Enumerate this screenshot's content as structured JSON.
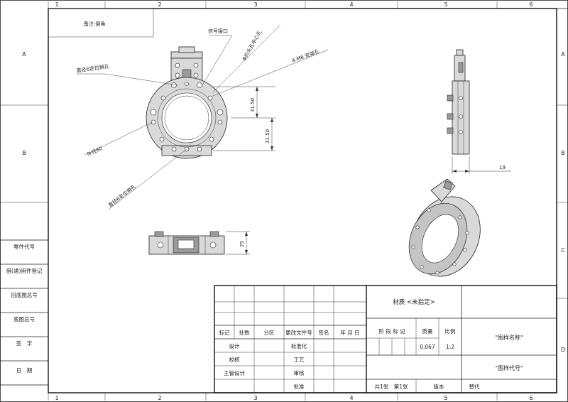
{
  "border": {
    "columns": [
      "1",
      "2",
      "3",
      "4",
      "5",
      "6"
    ],
    "rows": [
      "A",
      "B",
      "C",
      "D"
    ]
  },
  "notes": {
    "corner_note": "备注:倒角"
  },
  "annotations": {
    "signal_port": "信号接口",
    "through_hole": "Φ约头孔中心孔",
    "mount_hole": "4-M6 安装孔",
    "locating_hole_top": "直径6定位销孔",
    "outer_diameter": "外径60",
    "locating_hole_bottom": "直径6定位销孔"
  },
  "dimensions": {
    "d1": "31.50",
    "d2": "31.50",
    "width": "19",
    "height": "25"
  },
  "left_block": [
    "零件代号",
    "借(通)用件登记",
    "旧底图总号",
    "底图总号",
    "签　字",
    "日　期"
  ],
  "title_block": {
    "material": "材质 <未指定>",
    "headers": [
      "标记",
      "处数",
      "分区",
      "更改文件号",
      "签名",
      "年 月 日"
    ],
    "roles_left": [
      "设计",
      "校核",
      "主管设计"
    ],
    "roles_mid": [
      "标准化",
      "工艺",
      "审核",
      "批准"
    ],
    "stage_mark": "阶 段 标 记",
    "mass_label": "质量",
    "scale_label": "比例",
    "mass_value": "0.067",
    "scale_value": "1:2",
    "drawing_name": "\"图样名称\"",
    "drawing_code": "\"图样代号\"",
    "sheets": "共1张　第1张",
    "version": "版本",
    "replace": "替代"
  }
}
